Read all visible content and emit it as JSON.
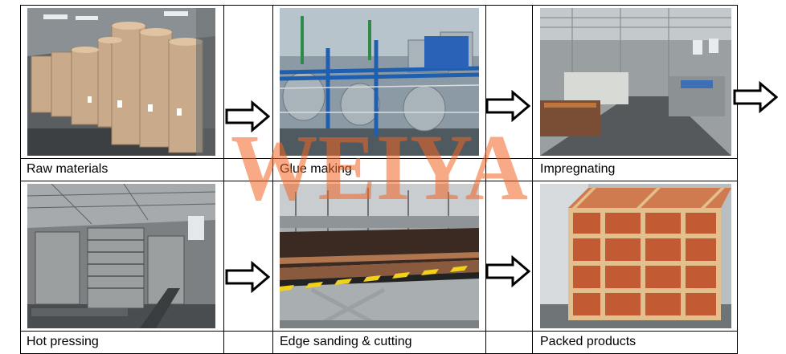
{
  "steps": [
    {
      "label": "Raw materials"
    },
    {
      "label": "Glue making"
    },
    {
      "label": "Impregnating"
    },
    {
      "label": "Hot pressing"
    },
    {
      "label": "Edge sanding & cutting"
    },
    {
      "label": "Packed products"
    }
  ],
  "watermark": {
    "text": "WEIYA",
    "color": "#f26522"
  },
  "colors": {
    "border": "#000000",
    "arrow_fill": "#ffffff",
    "arrow_stroke": "#000000"
  }
}
